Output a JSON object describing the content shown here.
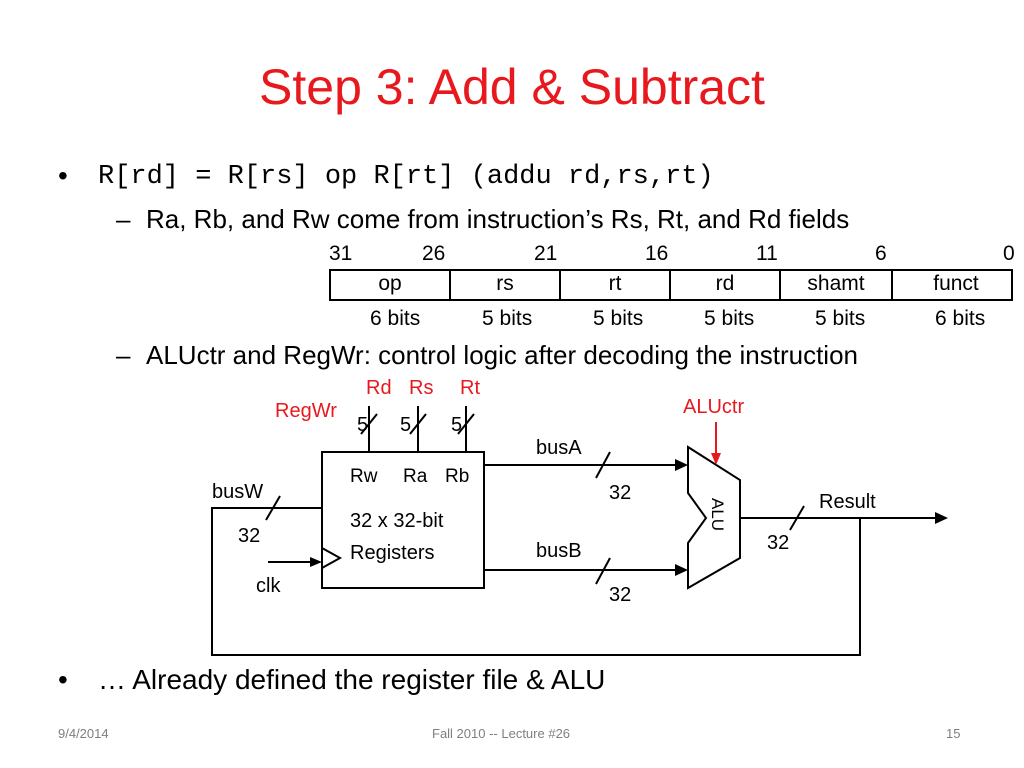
{
  "slide": {
    "title": "Step 3: Add & Subtract",
    "bullet1": {
      "marker": "•",
      "text": "R[rd] = R[rs] op R[rt] (addu rd,rs,rt)",
      "sub1": {
        "marker": "–",
        "text": "Ra, Rb, and Rw come from instruction’s Rs, Rt, and Rd fields"
      },
      "sub2": {
        "marker": "–",
        "text": "ALUctr and RegWr: control logic after decoding the instruction"
      }
    },
    "bullet2": {
      "marker": "•",
      "text": "… Already defined the register file & ALU"
    }
  },
  "instruction_format": {
    "bit_positions": [
      "31",
      "26",
      "21",
      "16",
      "11",
      "6",
      "0"
    ],
    "fields": [
      "op",
      "rs",
      "rt",
      "rd",
      "shamt",
      "funct"
    ],
    "widths": [
      "6 bits",
      "5 bits",
      "5 bits",
      "5 bits",
      "5 bits",
      "6 bits"
    ]
  },
  "datapath": {
    "regwr": "RegWr",
    "rd": "Rd",
    "rs": "Rs",
    "rt": "Rt",
    "width_rd": "5",
    "width_rs": "5",
    "width_rt": "5",
    "aluctr": "ALUctr",
    "port_rw": "Rw",
    "port_ra": "Ra",
    "port_rb": "Rb",
    "regfile_line1": "32 x 32-bit",
    "regfile_line2": "Registers",
    "busw": "busW",
    "busw_width": "32",
    "clk": "clk",
    "busa": "busA",
    "busa_width": "32",
    "busb": "busB",
    "busb_width": "32",
    "alu": "ALU",
    "result": "Result",
    "result_width": "32",
    "red_color": "#e8191e"
  },
  "footer": {
    "date": "9/4/2014",
    "course": "Fall 2010 -- Lecture #26",
    "page": "15"
  }
}
